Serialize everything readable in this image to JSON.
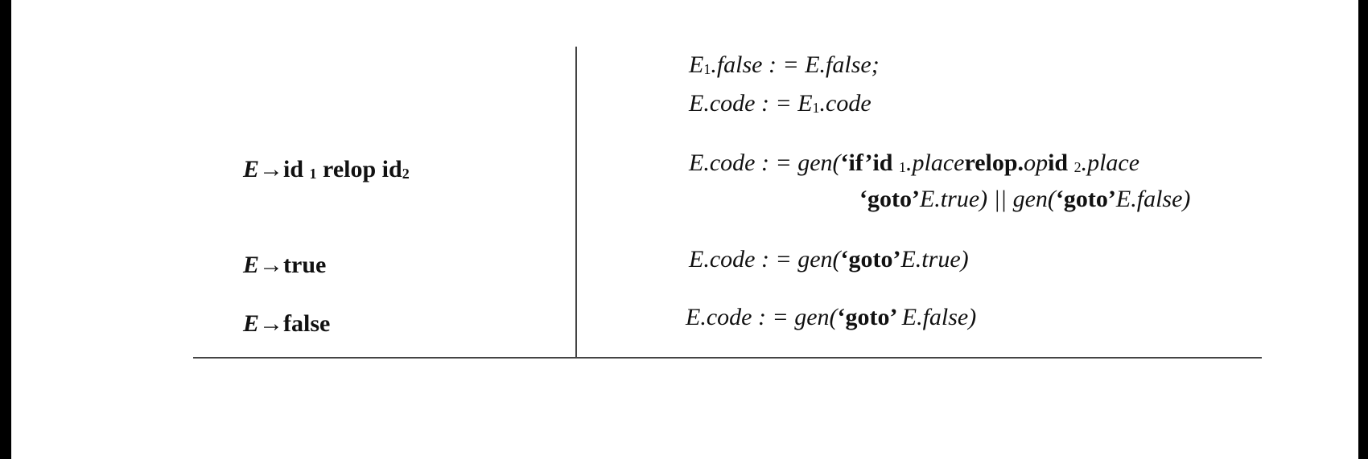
{
  "colors": {
    "background": "#ffffff",
    "frame": "#000000",
    "rule": "#444444",
    "text": "#111111"
  },
  "rows": [
    {
      "production": null,
      "rules": [
        {
          "parts": [
            {
              "text": "E",
              "style": "i"
            },
            {
              "text": "1",
              "style": "sub"
            },
            {
              "text": ".false : = E.false;",
              "style": "i"
            }
          ]
        },
        {
          "parts": [
            {
              "text": "E.code : = E",
              "style": "i"
            },
            {
              "text": "1",
              "style": "sub"
            },
            {
              "text": ".code",
              "style": "i"
            }
          ]
        }
      ]
    },
    {
      "production": {
        "parts": [
          {
            "text": "E",
            "style": "i"
          },
          {
            "text": "→",
            "style": "b"
          },
          {
            "text": "id ",
            "style": "b"
          },
          {
            "text": "1",
            "style": "sub"
          },
          {
            "text": " relop id",
            "style": "b"
          },
          {
            "text": "2",
            "style": "sub"
          }
        ]
      },
      "rules": [
        {
          "parts": [
            {
              "text": "E.code : = gen(",
              "style": "i"
            },
            {
              "text": "‘if’id ",
              "style": "b"
            },
            {
              "text": "1",
              "style": "sub"
            },
            {
              "text": ".place",
              "style": "i"
            },
            {
              "text": "relop.",
              "style": "b"
            },
            {
              "text": "op",
              "style": "i"
            },
            {
              "text": "id ",
              "style": "b"
            },
            {
              "text": "2",
              "style": "sub"
            },
            {
              "text": ".place",
              "style": "i"
            }
          ]
        },
        {
          "parts": [
            {
              "text": "‘goto’",
              "style": "b"
            },
            {
              "text": "E.true) || gen(",
              "style": "i"
            },
            {
              "text": "‘goto’",
              "style": "b"
            },
            {
              "text": "E.false)",
              "style": "i"
            }
          ]
        }
      ]
    },
    {
      "production": {
        "parts": [
          {
            "text": "E",
            "style": "i"
          },
          {
            "text": "→",
            "style": "b"
          },
          {
            "text": "true",
            "style": "b"
          }
        ]
      },
      "rules": [
        {
          "parts": [
            {
              "text": "E.code : = gen(",
              "style": "i"
            },
            {
              "text": "‘goto’",
              "style": "b"
            },
            {
              "text": "E.true)",
              "style": "i"
            }
          ]
        }
      ]
    },
    {
      "production": {
        "parts": [
          {
            "text": "E",
            "style": "i"
          },
          {
            "text": "→",
            "style": "b"
          },
          {
            "text": "false",
            "style": "b"
          }
        ]
      },
      "rules": [
        {
          "parts": [
            {
              "text": "E.code : = gen(",
              "style": "i"
            },
            {
              "text": "‘goto’ ",
              "style": "b"
            },
            {
              "text": "E.false)",
              "style": "i"
            }
          ]
        }
      ]
    }
  ]
}
